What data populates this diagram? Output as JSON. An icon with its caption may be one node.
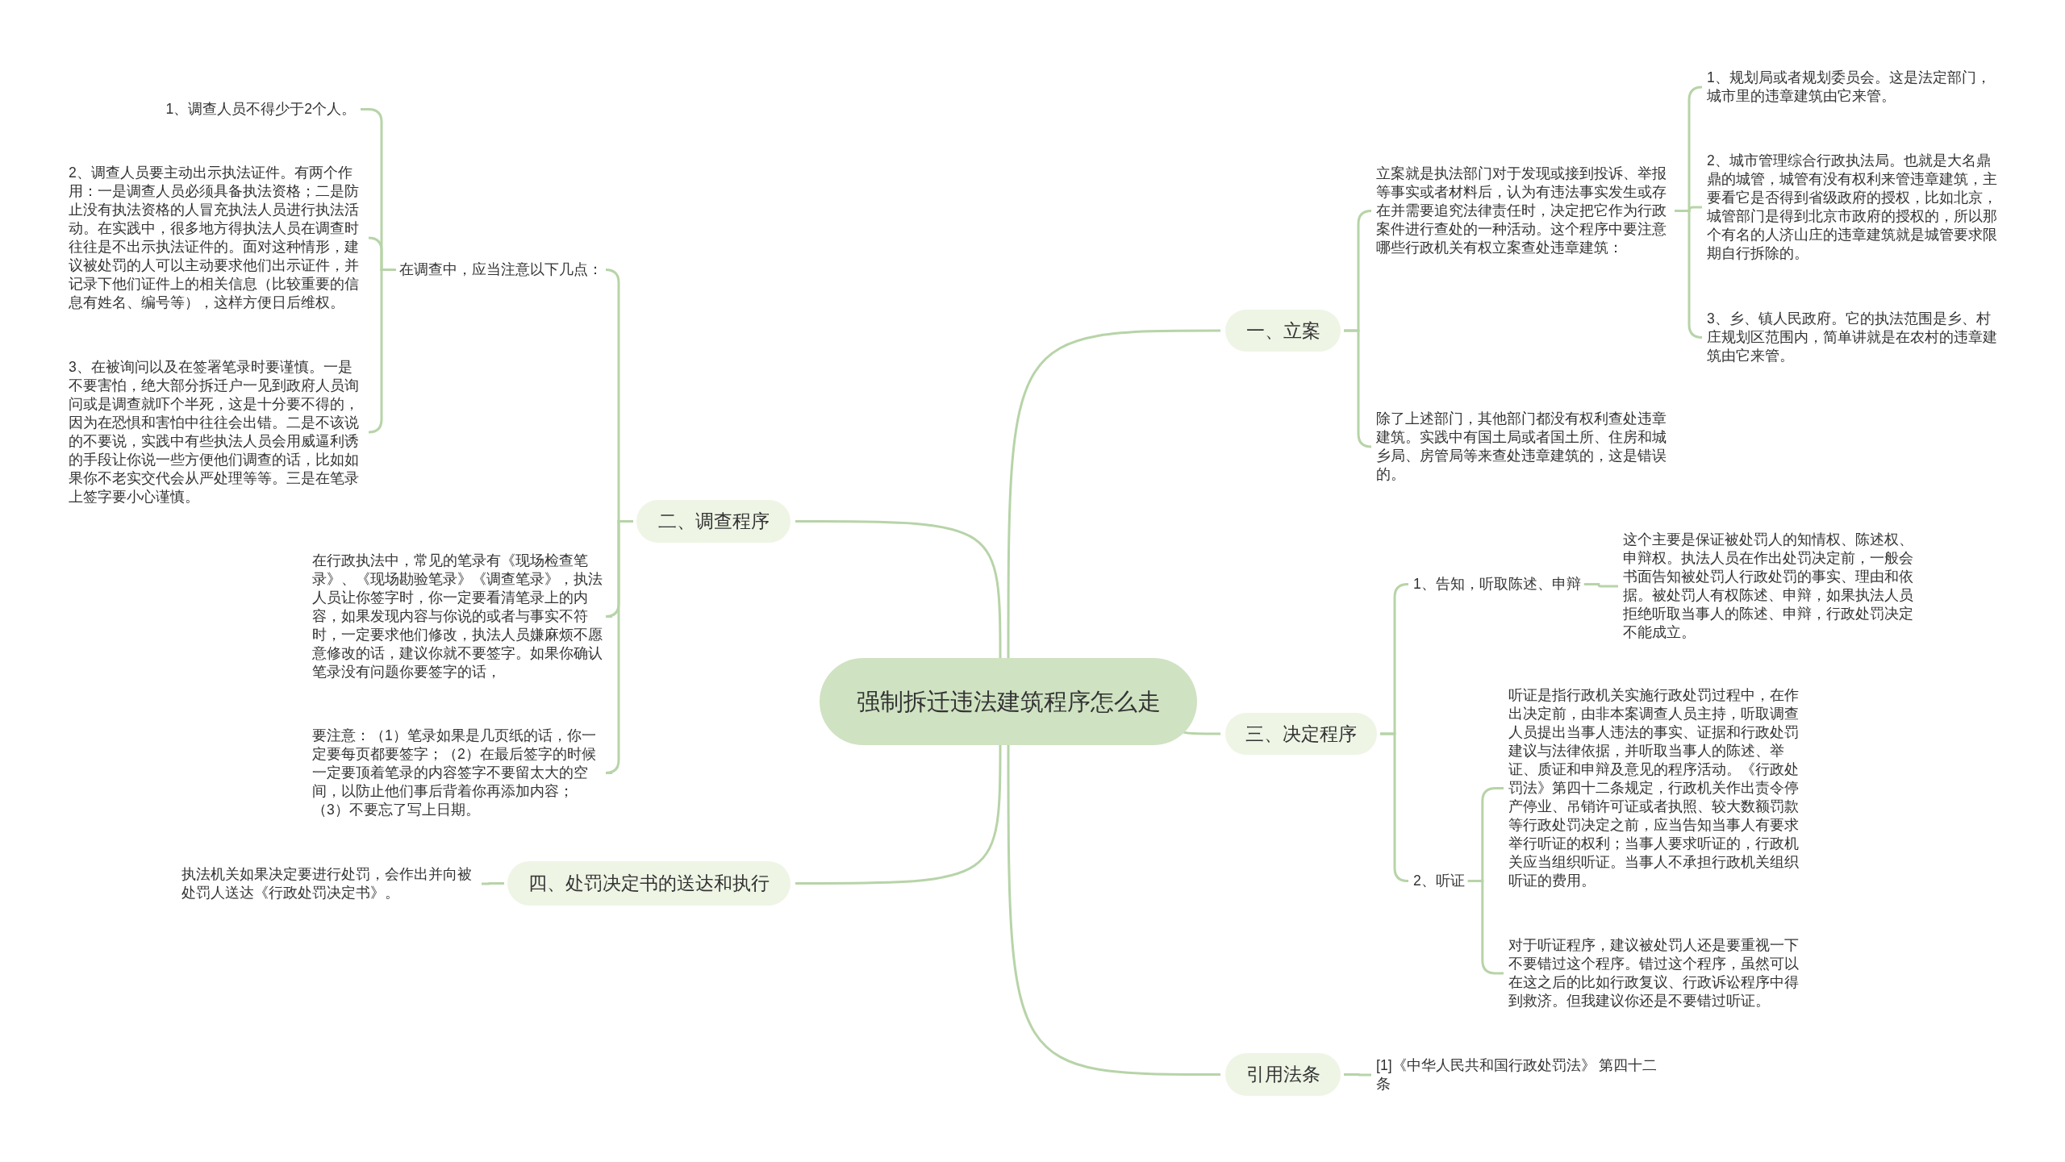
{
  "diagram": {
    "nodes": [
      {
        "text": [
          "强制拆迁违法建筑程序怎么走"
        ]
      },
      {
        "text": [
          "一、立案"
        ]
      },
      {
        "text": [
          "立案就是执法部门对于发现或接到投诉、举报等事实或者材料后，认为有违法事实发生或存在并需要追究法律责任时，决定把它作为行政案件进行查处的一种活动。这个程序中要注意哪些行政机关有权立案查处违章建筑："
        ]
      },
      {
        "text": [
          "1、规划局或者规划委员会。这是法定部门，城市里的违章建筑由它来管。"
        ]
      },
      {
        "text": [
          "2、城市管理综合行政执法局。也就是大名鼎鼎的城管，城管有没有权利来管违章建筑，主要看它是否得到省级政府的授权，比如北京，城管部门是得到北京市政府的授权的，所以那个有名的人济山庄的违章建筑就是城管要求限期自行拆除的。"
        ]
      },
      {
        "text": [
          "3、乡、镇人民政府。它的执法范围是乡、村庄规划区范围内，简单讲就是在农村的违章建筑由它来管。"
        ]
      },
      {
        "text": [
          "除了上述部门，其他部门都没有权利查处违章建筑。实践中有国土局或者国土所、住房和城乡局、房管局等来查处违章建筑的，这是错误的。"
        ]
      },
      {
        "text": [
          "三、决定程序"
        ]
      },
      {
        "text": [
          "1、告知，听取陈述、申辩"
        ]
      },
      {
        "text": [
          "这个主要是保证被处罚人的知情权、陈述权、申辩权。执法人员在作出处罚决定前，一般会书面告知被处罚人行政处罚的事实、理由和依据。被处罚人有权陈述、申辩，如果执法人员拒绝听取当事人的陈述、申辩，行政处罚决定不能成立。"
        ]
      },
      {
        "text": [
          "2、听证"
        ]
      },
      {
        "text": [
          "听证是指行政机关实施行政处罚过程中，在作出决定前，由非本案调查人员主持，听取调查人员提出当事人违法的事实、证据和行政处罚建议与法律依据，并听取当事人的陈述、举证、质证和申辩及意见的程序活动。《行政处罚法》第四十二条规定，行政机关作出责令停产停业、吊销许可证或者执照、较大数额罚款等行政处罚决定之前，应当告知当事人有要求举行听证的权利；当事人要求听证的，行政机关应当组织听证。当事人不承担行政机关组织听证的费用。"
        ]
      },
      {
        "text": [
          "对于听证程序，建议被处罚人还是要重视一下不要错过这个程序。错过这个程序，虽然可以在这之后的比如行政复议、行政诉讼程序中得到救济。但我建议你还是不要错过听证。"
        ]
      },
      {
        "text": [
          "引用法条"
        ]
      },
      {
        "text": [
          "[1]《中华人民共和国行政处罚法》 第四十二条"
        ]
      },
      {
        "text": [
          "二、调查程序"
        ]
      },
      {
        "text": [
          "在调查中，应当注意以下几点："
        ]
      },
      {
        "text": [
          "1、调查人员不得少于2个人。"
        ]
      },
      {
        "text": [
          "2、调查人员要主动出示执法证件。有两个作用：一是调查人员必须具备执法资格；二是防止没有执法资格的人冒充执法人员进行执法活动。在实践中，很多地方得执法人员在调查时往往是不出示执法证件的。面对这种情形，建议被处罚的人可以主动要求他们出示证件，并记录下他们证件上的相关信息（比较重要的信息有姓名、编号等），这样方便日后维权。"
        ]
      },
      {
        "text": [
          "3、在被询问以及在签署笔录时要谨慎。一是不要害怕，绝大部分拆迁户一见到政府人员询问或是调查就吓个半死，这是十分要不得的，因为在恐惧和害怕中往往会出错。二是不该说的不要说，实践中有些执法人员会用威逼利诱的手段让你说一些方便他们调查的话，比如如果你不老实交代会从严处理等等。三是在笔录上签字要小心谨慎。"
        ]
      },
      {
        "text": [
          "在行政执法中，常见的笔录有《现场检查笔录》、《现场勘验笔录》《调查笔录》，执法人员让你签字时，你一定要看清笔录上的内容，如果发现内容与你说的或者与事实不符时，一定要求他们修改，执法人员嫌麻烦不愿意修改的话，建议你就不要签字。如果你确认笔录没有问题你要签字的话，"
        ]
      },
      {
        "text": [
          "要注意：（1）笔录如果是几页纸的话，你一定要每页都要签字；（2）在最后签字的时候一定要顶着笔录的内容签字不要留太大的空间，以防止他们事后背着你再添加内容；（3）不要忘了写上日期。"
        ]
      },
      {
        "text": [
          "四、处罚决定书的送达和执行"
        ]
      },
      {
        "text": [
          "执法机关如果决定要进行处罚，会作出并向被处罚人送达《行政处罚决定书》。"
        ]
      }
    ],
    "edges": [
      {
        "from": 0,
        "to": 1,
        "arrow": "none"
      },
      {
        "from": 1,
        "to": 2,
        "arrow": "none"
      },
      {
        "from": 2,
        "to": 3,
        "arrow": "none"
      },
      {
        "from": 2,
        "to": 4,
        "arrow": "none"
      },
      {
        "from": 2,
        "to": 5,
        "arrow": "none"
      },
      {
        "from": 1,
        "to": 6,
        "arrow": "none"
      },
      {
        "from": 0,
        "to": 7,
        "arrow": "none"
      },
      {
        "from": 7,
        "to": 8,
        "arrow": "none"
      },
      {
        "from": 8,
        "to": 9,
        "arrow": "none"
      },
      {
        "from": 7,
        "to": 10,
        "arrow": "none"
      },
      {
        "from": 10,
        "to": 11,
        "arrow": "none"
      },
      {
        "from": 10,
        "to": 12,
        "arrow": "none"
      },
      {
        "from": 0,
        "to": 13,
        "arrow": "none"
      },
      {
        "from": 13,
        "to": 14,
        "arrow": "none"
      },
      {
        "from": 0,
        "to": 15,
        "arrow": "none"
      },
      {
        "from": 15,
        "to": 16,
        "arrow": "none"
      },
      {
        "from": 16,
        "to": 17,
        "arrow": "none"
      },
      {
        "from": 16,
        "to": 18,
        "arrow": "none"
      },
      {
        "from": 16,
        "to": 19,
        "arrow": "none"
      },
      {
        "from": 15,
        "to": 20,
        "arrow": "none"
      },
      {
        "from": 15,
        "to": 21,
        "arrow": "none"
      },
      {
        "from": 0,
        "to": 22,
        "arrow": "none"
      },
      {
        "from": 22,
        "to": 23,
        "arrow": "none"
      }
    ]
  }
}
